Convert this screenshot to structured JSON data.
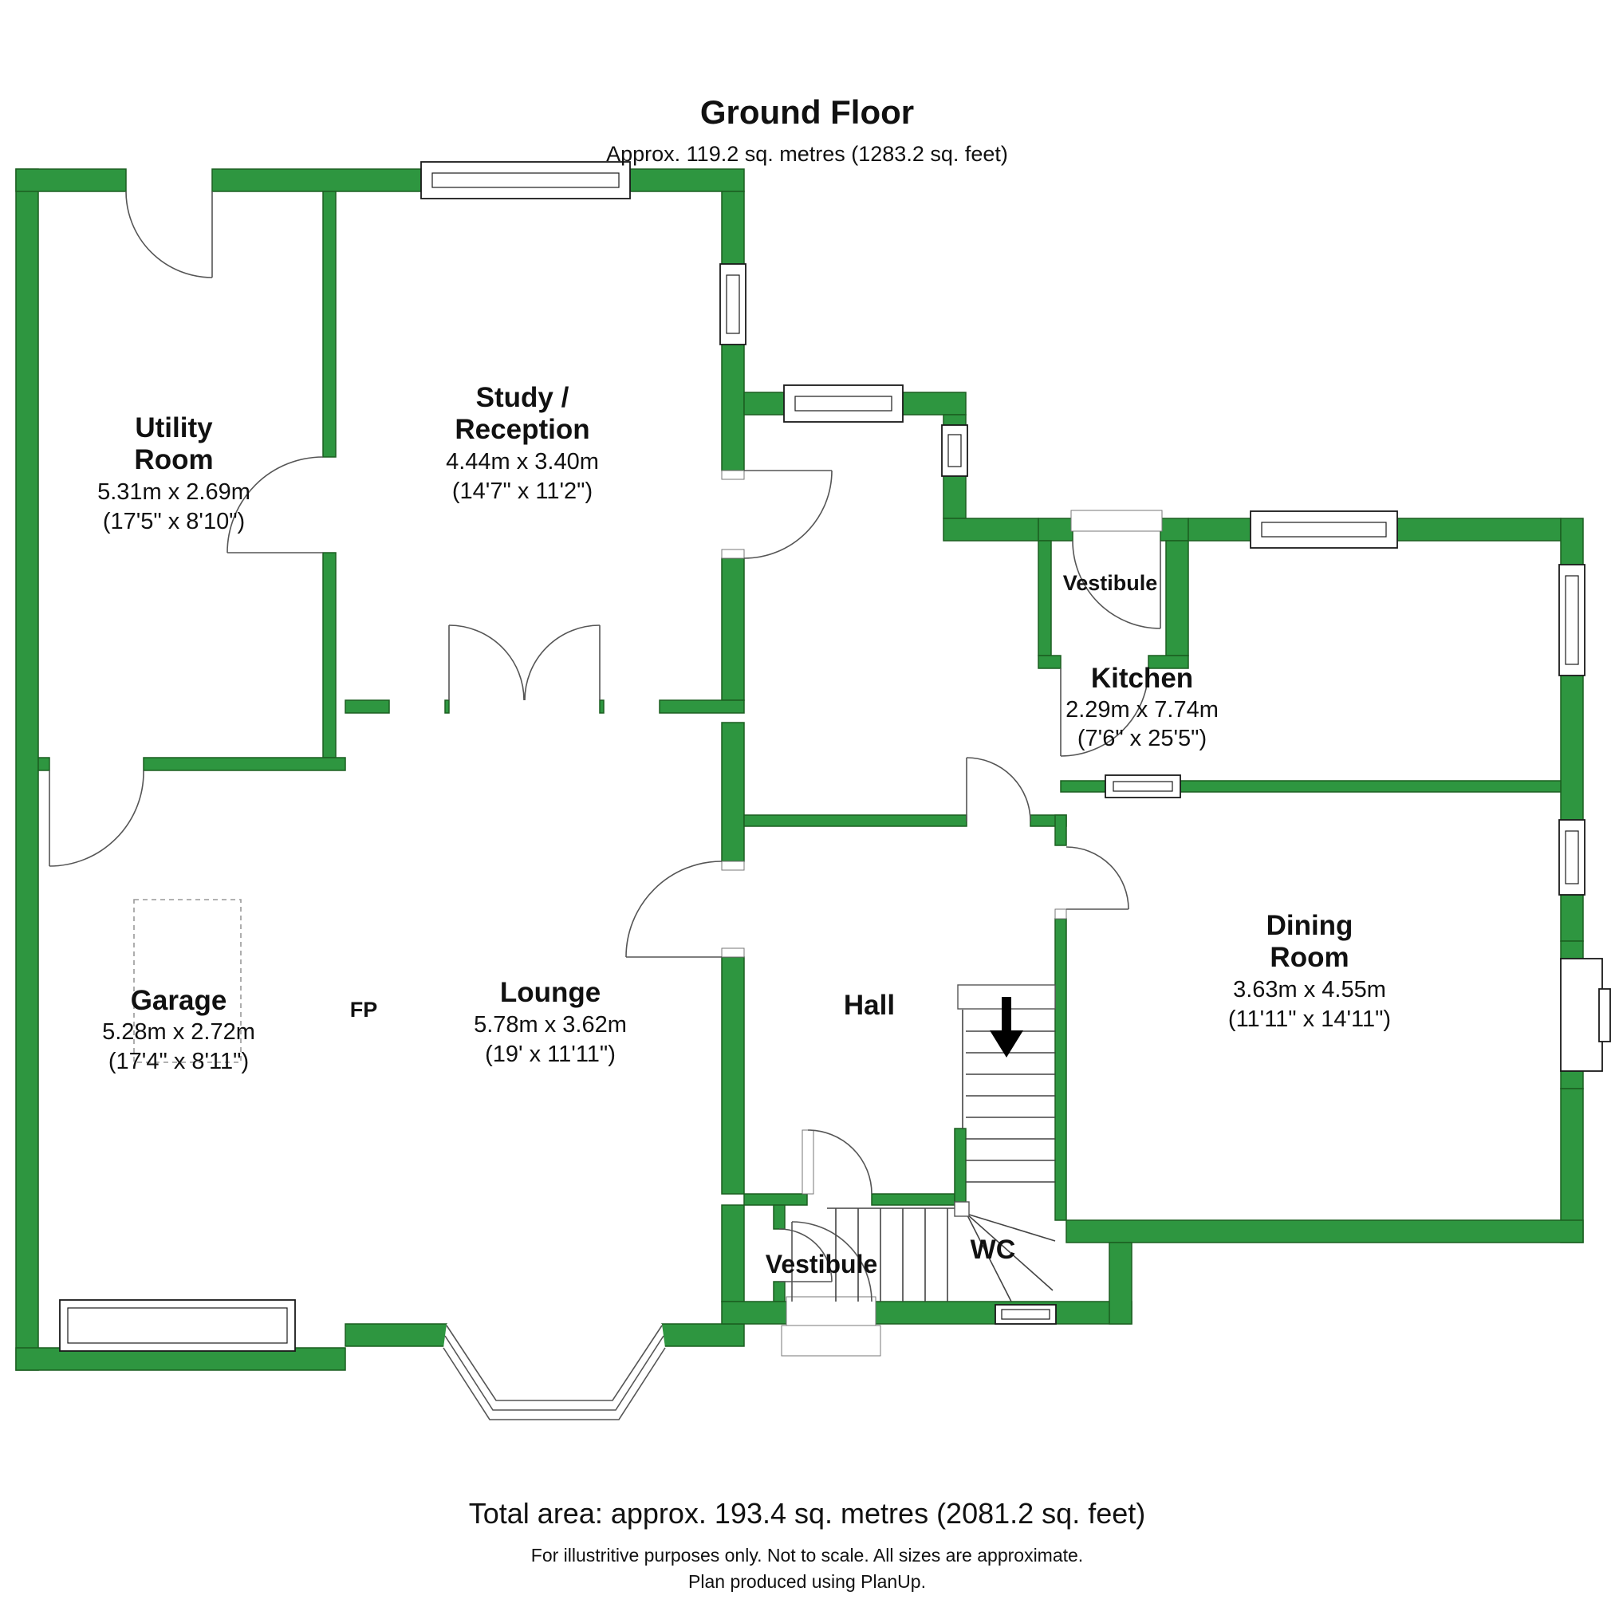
{
  "header": {
    "title": "Ground Floor",
    "subtitle": "Approx. 119.2 sq. metres (1283.2 sq. feet)"
  },
  "rooms": {
    "utility": {
      "line1": "Utility",
      "line2": "Room",
      "dims_m": "5.31m x 2.69m",
      "dims_ft": "(17'5\" x 8'10\")"
    },
    "study": {
      "line1": "Study /",
      "line2": "Reception",
      "dims_m": "4.44m x 3.40m",
      "dims_ft": "(14'7\" x 11'2\")"
    },
    "vestibule_top": {
      "line1": "Vestibule"
    },
    "kitchen": {
      "line1": "Kitchen",
      "dims_m": "2.29m x 7.74m",
      "dims_ft": "(7'6\" x 25'5\")"
    },
    "garage": {
      "line1": "Garage",
      "dims_m": "5.28m x 2.72m",
      "dims_ft": "(17'4\" x 8'11\")"
    },
    "fireplace": {
      "line1": "FP"
    },
    "lounge": {
      "line1": "Lounge",
      "dims_m": "5.78m x 3.62m",
      "dims_ft": "(19' x 11'11\")"
    },
    "hall": {
      "line1": "Hall"
    },
    "dining": {
      "line1": "Dining",
      "line2": "Room",
      "dims_m": "3.63m x 4.55m",
      "dims_ft": "(11'11\" x 14'11\")"
    },
    "vestibule_bottom": {
      "line1": "Vestibule"
    },
    "wc": {
      "line1": "WC"
    }
  },
  "footer": {
    "total": "Total area: approx. 193.4 sq. metres (2081.2 sq. feet)",
    "disclaimer": "For illustritive purposes only.  Not to scale.  All sizes are approximate.",
    "credit": "Plan produced using PlanUp."
  },
  "colors": {
    "wall_fill": "#2E9640",
    "wall_outline": "#1B5E20",
    "line": "#555555",
    "text": "#111111"
  }
}
